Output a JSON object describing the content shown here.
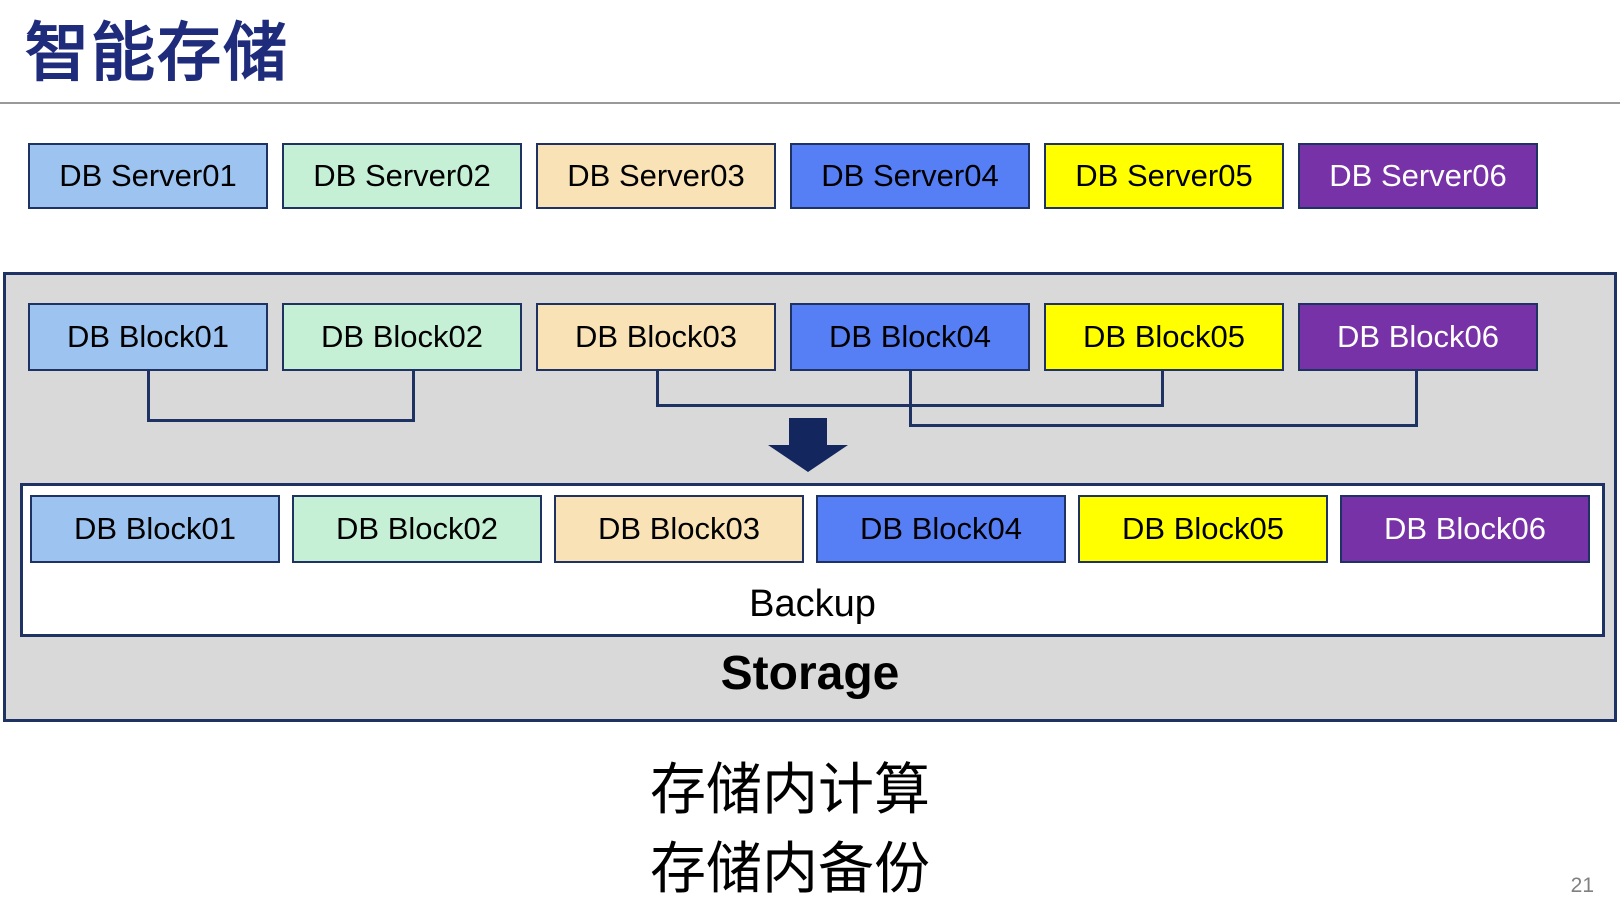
{
  "title": "智能存储",
  "page_number": "21",
  "captions": {
    "line1": "存储内计算",
    "line2": "存储内备份"
  },
  "storage_box": {
    "backup_label": "Backup",
    "storage_label": "Storage"
  },
  "palette": {
    "title_navy": "#1F2B7B",
    "navy_border": "#1E3263",
    "arrow_navy": "#14265E",
    "container_gray": "#D9D9D9",
    "divider_gray": "#999999",
    "page_gray": "#808080",
    "backup_text": "#000000",
    "storage_text": "#000000"
  },
  "servers": {
    "items": [
      {
        "label": "DB Server01",
        "fill": "#9DC3F0",
        "text_color": "#000000"
      },
      {
        "label": "DB Server02",
        "fill": "#C5F0D6",
        "text_color": "#000000"
      },
      {
        "label": "DB Server03",
        "fill": "#F8E2B6",
        "text_color": "#000000"
      },
      {
        "label": "DB Server04",
        "fill": "#567EF5",
        "text_color": "#000000"
      },
      {
        "label": "DB Server05",
        "fill": "#FFFF00",
        "text_color": "#000000"
      },
      {
        "label": "DB Server06",
        "fill": "#7632A6",
        "text_color": "#FFFFFF"
      }
    ]
  },
  "blocks_source": {
    "items": [
      {
        "label": "DB Block01",
        "fill": "#9DC3F0",
        "text_color": "#000000"
      },
      {
        "label": "DB Block02",
        "fill": "#C5F0D6",
        "text_color": "#000000"
      },
      {
        "label": "DB Block03",
        "fill": "#F8E2B6",
        "text_color": "#000000"
      },
      {
        "label": "DB Block04",
        "fill": "#567EF5",
        "text_color": "#000000"
      },
      {
        "label": "DB Block05",
        "fill": "#FFFF00",
        "text_color": "#000000"
      },
      {
        "label": "DB Block06",
        "fill": "#7632A6",
        "text_color": "#FFFFFF"
      }
    ]
  },
  "blocks_backup": {
    "items": [
      {
        "label": "DB Block01",
        "fill": "#9DC3F0",
        "text_color": "#000000"
      },
      {
        "label": "DB Block02",
        "fill": "#C5F0D6",
        "text_color": "#000000"
      },
      {
        "label": "DB Block03",
        "fill": "#F8E2B6",
        "text_color": "#000000"
      },
      {
        "label": "DB Block04",
        "fill": "#567EF5",
        "text_color": "#000000"
      },
      {
        "label": "DB Block05",
        "fill": "#FFFF00",
        "text_color": "#000000"
      },
      {
        "label": "DB Block06",
        "fill": "#7632A6",
        "text_color": "#FFFFFF"
      }
    ]
  }
}
